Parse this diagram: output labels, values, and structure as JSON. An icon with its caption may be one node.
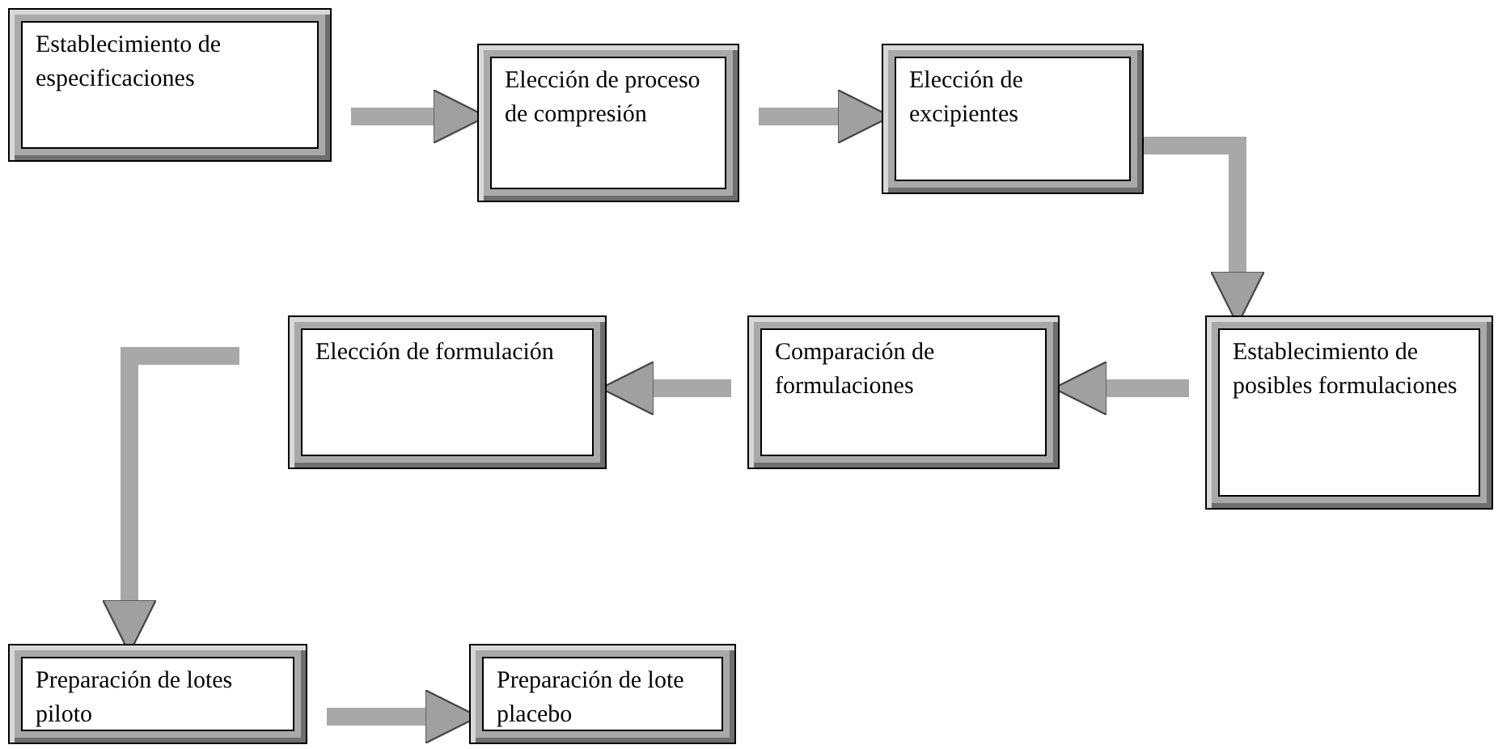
{
  "diagram": {
    "nodes": [
      {
        "text": [
          "Establecimiento de especificaciones"
        ]
      },
      {
        "text": [
          "Elección de proceso de compresión"
        ]
      },
      {
        "text": [
          "Elección de excipientes"
        ]
      },
      {
        "text": [
          "Establecimiento de posibles formulaciones"
        ]
      },
      {
        "text": [
          "Comparación de formulaciones"
        ]
      },
      {
        "text": [
          "Elección de formulación"
        ]
      },
      {
        "text": [
          "Preparación de lotes piloto"
        ]
      },
      {
        "text": [
          "Preparación de lote placebo"
        ]
      }
    ],
    "edges": [
      {
        "from": 0,
        "to": 1,
        "arrow": "to"
      },
      {
        "from": 1,
        "to": 2,
        "arrow": "to"
      },
      {
        "from": 2,
        "to": 3,
        "arrow": "to"
      },
      {
        "from": 3,
        "to": 4,
        "arrow": "to"
      },
      {
        "from": 4,
        "to": 5,
        "arrow": "to"
      },
      {
        "from": 5,
        "to": 6,
        "arrow": "to"
      },
      {
        "from": 6,
        "to": 7,
        "arrow": "to"
      }
    ]
  }
}
